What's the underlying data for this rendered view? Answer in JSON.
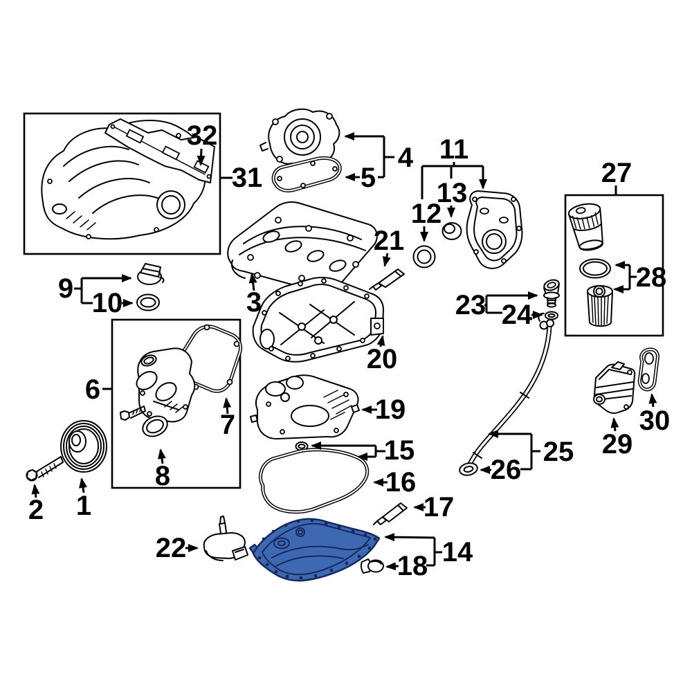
{
  "figure": {
    "kind": "engine-exploded-parts-diagram",
    "background_color": "#ffffff",
    "line_color": "#000000",
    "highlight_fill_color": "#3e69b2",
    "highlight_line_color": "#16295e",
    "highlighted_callout": "14"
  },
  "callouts": {
    "p1": "1",
    "p2": "2",
    "p3": "3",
    "p4": "4",
    "p5": "5",
    "p6": "6",
    "p7": "7",
    "p8": "8",
    "p9": "9",
    "p10": "10",
    "p11": "11",
    "p12": "12",
    "p13": "13",
    "p14": "14",
    "p15": "15",
    "p16": "16",
    "p17": "17",
    "p18": "18",
    "p19": "19",
    "p20": "20",
    "p21": "21",
    "p22": "22",
    "p23": "23",
    "p24": "24",
    "p25": "25",
    "p26": "26",
    "p27": "27",
    "p28": "28",
    "p29": "29",
    "p30": "30",
    "p31": "31",
    "p32": "32"
  }
}
